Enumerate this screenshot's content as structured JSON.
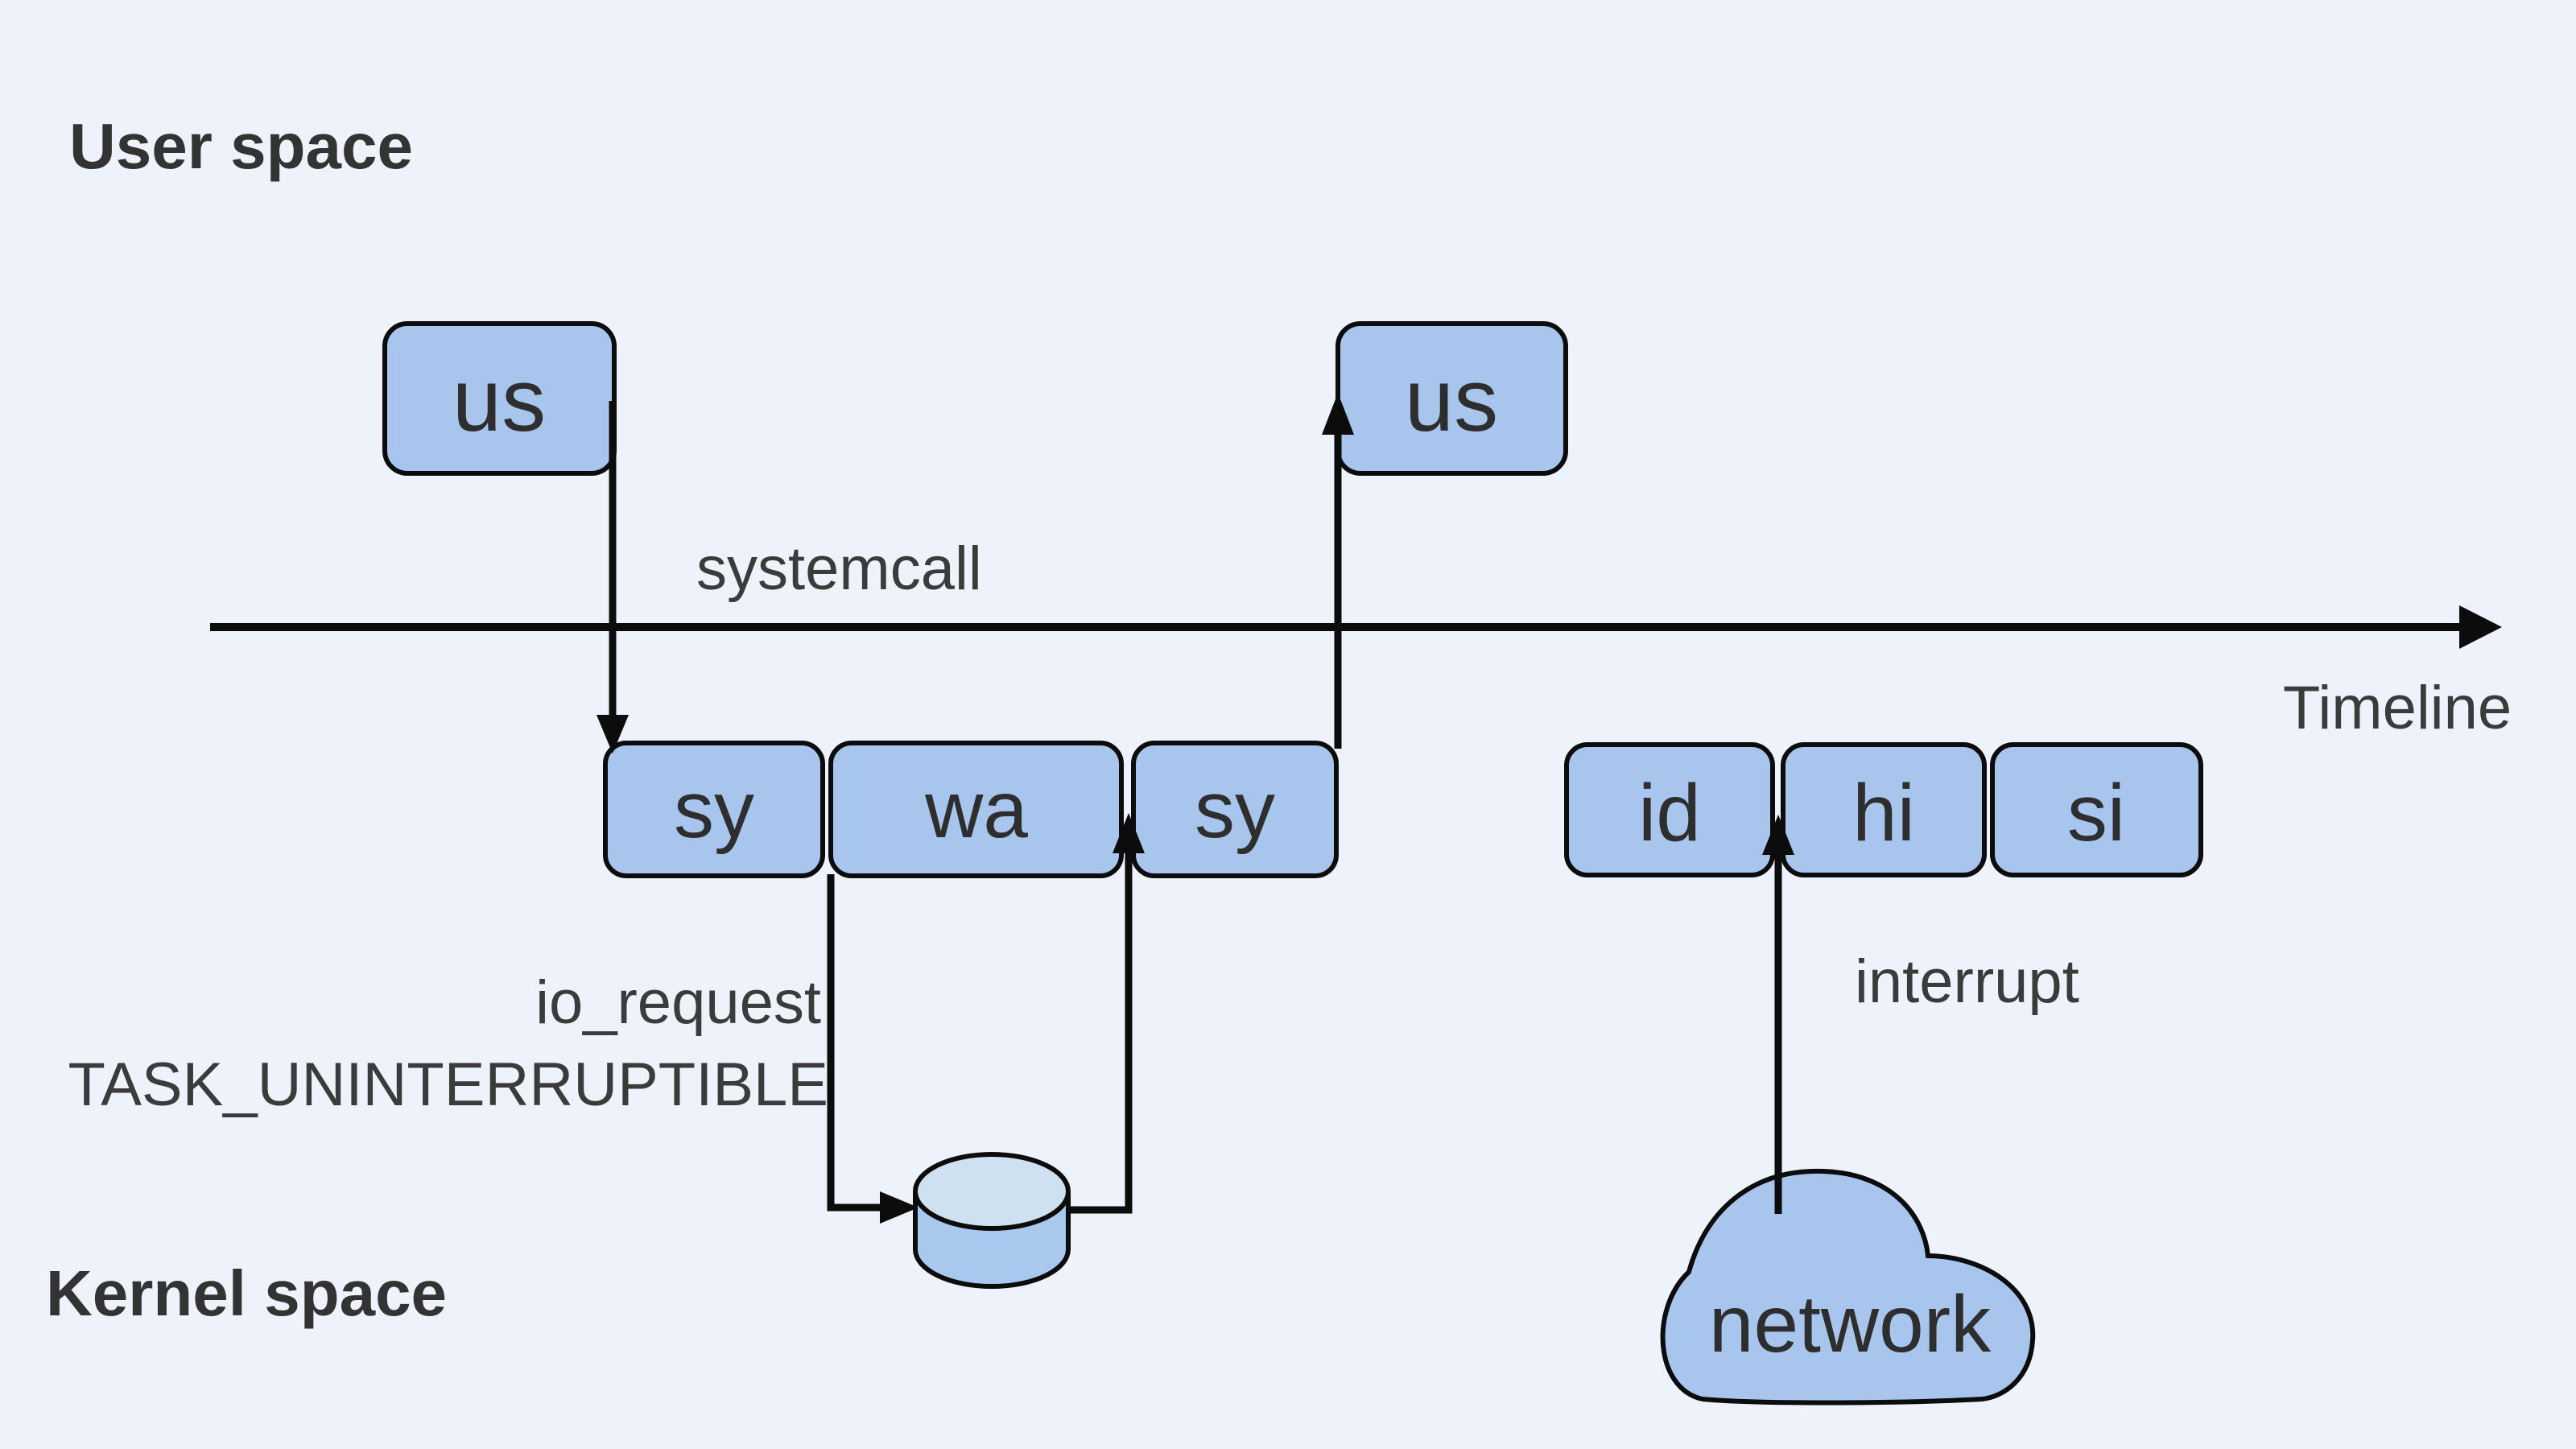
{
  "headings": {
    "user_space": "User space",
    "kernel_space": "Kernel space"
  },
  "timeline": {
    "label": "Timeline"
  },
  "annotations": {
    "systemcall": "systemcall",
    "io_request": "io_request",
    "task_state": "TASK_UNINTERRUPTIBLE",
    "interrupt": "interrupt"
  },
  "user_boxes": [
    {
      "label": "us"
    },
    {
      "label": "us"
    }
  ],
  "kernel_boxes": [
    {
      "label": "sy"
    },
    {
      "label": "wa"
    },
    {
      "label": "sy"
    },
    {
      "label": "id"
    },
    {
      "label": "hi"
    },
    {
      "label": "si"
    }
  ],
  "cloud": {
    "label": "network"
  },
  "colors": {
    "background": "#eef2fa",
    "box_fill": "#a8c6ed",
    "box_border": "#0c0c0c",
    "cylinder_top_fill": "#cfe0f1",
    "cylinder_body_fill": "#a9c8ee",
    "cloud_fill": "#a8c6ed",
    "line": "#0c0c0c",
    "heading_text": "#333333",
    "label_text": "#3b3b3b",
    "box_text": "#2e2e2e"
  }
}
